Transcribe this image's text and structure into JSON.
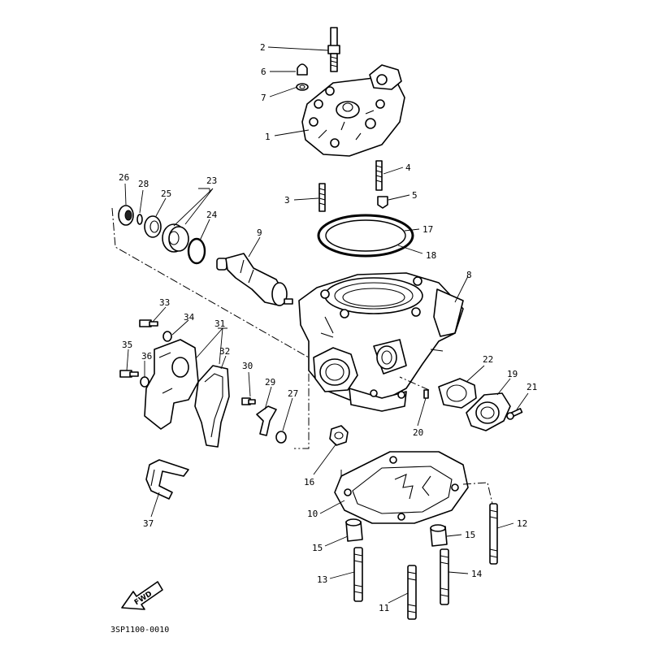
{
  "diagram": {
    "reference_code": "3SP1100-0010",
    "direction_label": "FWD",
    "part_numbers": [
      "1",
      "2",
      "3",
      "4",
      "5",
      "6",
      "7",
      "8",
      "9",
      "10",
      "11",
      "12",
      "13",
      "14",
      "15",
      "15",
      "16",
      "17",
      "18",
      "19",
      "20",
      "21",
      "22",
      "23",
      "24",
      "25",
      "26",
      "27",
      "28",
      "29",
      "30",
      "31",
      "32",
      "33",
      "34",
      "35",
      "36",
      "37"
    ]
  },
  "colors": {
    "ink": "#000000",
    "paper": "#ffffff"
  }
}
